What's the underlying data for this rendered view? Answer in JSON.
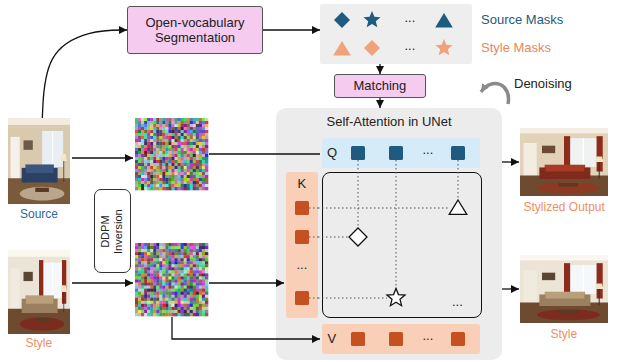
{
  "diagram": {
    "nodes": [
      {
        "text": [
          "Open-vocabulary Segmentation"
        ]
      },
      {
        "text": [
          "Source Masks",
          "Style Masks"
        ]
      },
      {
        "text": [
          "Matching"
        ]
      },
      {
        "text": [
          "Source"
        ]
      },
      {
        "text": [
          "DDPM Inversion"
        ]
      },
      {
        "text": [
          "Style"
        ]
      },
      {
        "text": [
          "Self-Attention in UNet"
        ]
      },
      {
        "text": [
          "Q"
        ],
        "in": 6
      },
      {
        "text": [
          "K"
        ],
        "in": 6
      },
      {
        "text": [
          "..."
        ],
        "in": 6
      },
      {
        "text": [
          "V"
        ],
        "in": 6
      },
      {
        "text": [
          "Stylized Output"
        ]
      },
      {
        "text": [
          "Style"
        ]
      }
    ],
    "edges": [
      {
        "from": 3,
        "to": 0,
        "arrow": "to"
      },
      {
        "from": 0,
        "to": 1,
        "arrow": "to"
      },
      {
        "from": 1,
        "to": 2,
        "arrow": "to"
      },
      {
        "from": 2,
        "to": 6,
        "arrow": "to"
      },
      {
        "from": 6,
        "to": 11,
        "arrow": "to"
      },
      {
        "from": 6,
        "to": 12,
        "arrow": "to"
      }
    ],
    "labels": [
      "...",
      "...",
      "Denoising",
      "...",
      "...",
      "..."
    ]
  }
}
